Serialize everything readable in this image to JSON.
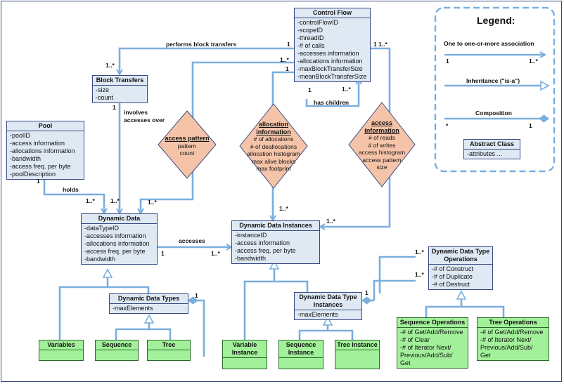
{
  "classes": {
    "control_flow": {
      "title": "Control Flow",
      "attrs": [
        "-controlFlowID",
        "-scopeID",
        "-threadID",
        "-# of calls",
        "-accesses information",
        "-allocations information",
        "-maxBlockTransferSize",
        "-meanBlockTransferSize"
      ]
    },
    "block_transfers": {
      "title": "Block Transfers",
      "attrs": [
        "-size",
        "-count"
      ]
    },
    "pool": {
      "title": "Pool",
      "attrs": [
        "-poolID",
        "-access information",
        "-allocations information",
        "-bandwidth",
        "-access freq. per byte",
        "-poolDescription"
      ]
    },
    "dynamic_data": {
      "title": "Dynamic Data",
      "attrs": [
        "-dataTypeID",
        "-accesses information",
        "-allocations information",
        "-access freq. per byte",
        "-bandwidth"
      ]
    },
    "dynamic_data_instances": {
      "title": "Dynamic Data Instances",
      "attrs": [
        "-instanceID",
        "-access information",
        "-access freq. per byte",
        "-bandwidth"
      ]
    },
    "dynamic_data_types": {
      "title": "Dynamic Data Types",
      "attrs": [
        "-maxElements"
      ]
    },
    "dynamic_data_type_instances": {
      "title": "Dynamic Data Type Instances",
      "attrs": [
        "-maxElements"
      ]
    },
    "dynamic_data_type_operations": {
      "title": "Dynamic Data Type Operations",
      "attrs": [
        "-# of Construct",
        "-# of Duplicate",
        "-# of Destruct"
      ]
    },
    "sequence_operations": {
      "title": "Sequence Operations",
      "attrs": [
        "-# of Get/Add/Remove",
        "-# of Clear",
        "-# of Iterator Next/",
        "Previous/Add/Sub/",
        "Get"
      ]
    },
    "tree_operations": {
      "title": "Tree Operations",
      "attrs": [
        "-# of Get/Add/Remove",
        "-# of Iterator Next/",
        "Previous/Add/Sub/",
        "Get"
      ]
    },
    "variables": {
      "title": "Variables",
      "attrs": []
    },
    "sequence": {
      "title": "Sequence",
      "attrs": []
    },
    "tree": {
      "title": "Tree",
      "attrs": []
    },
    "variable_instance": {
      "title": "Variable Instance",
      "attrs": []
    },
    "sequence_instance": {
      "title": "Sequence Instance",
      "attrs": []
    },
    "tree_instance": {
      "title": "Tree Instance",
      "attrs": []
    }
  },
  "association_classes": {
    "access_pattern": {
      "title": "access pattern",
      "lines": [
        "pattern",
        "count"
      ]
    },
    "allocation_information": {
      "title": "allocation information",
      "lines": [
        "# of allocations",
        "# of deallocations",
        "allocation histogram",
        "max alive blocks",
        "max footprint"
      ]
    },
    "access_information": {
      "title": "access information",
      "lines": [
        "# of reads",
        "# of writes",
        "access histogram",
        "access pattern",
        "size"
      ]
    }
  },
  "edge_labels": {
    "performs_block_transfers": "performs block transfers",
    "involves_accesses_over": "involves\naccesses over",
    "has_children": "has children",
    "holds": "holds",
    "accesses": "accesses"
  },
  "multiplicities": {
    "one": "1",
    "one_or_more": "1..*",
    "star": "*"
  },
  "legend": {
    "title": "Legend:",
    "one_to_many": "One to one-or-more association",
    "inheritance": "Inheritance (\"is-a\")",
    "composition": "Composition",
    "abstract_class": "Abstract Class",
    "attributes": "-attributes ..."
  },
  "colors": {
    "line": "#7aaede",
    "class_fill": "#dfe9f4",
    "class_border": "#3a4a86",
    "concrete_fill": "#a2f09a",
    "diamond_fill": "#f5c4a8",
    "legend_border": "#7aaede"
  }
}
